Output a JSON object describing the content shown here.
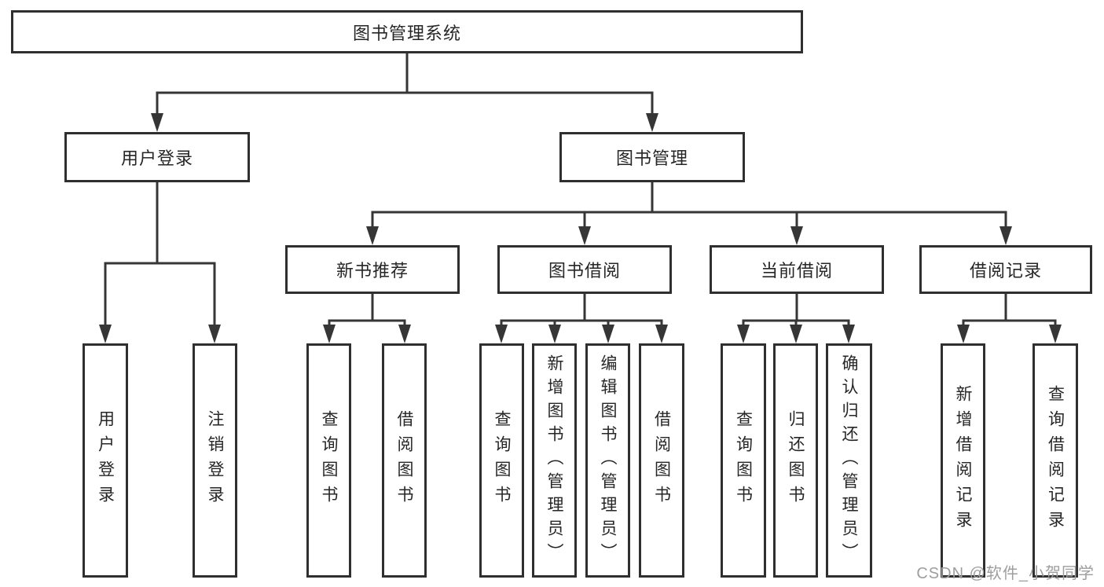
{
  "tree": {
    "label": "图书管理系统",
    "children": [
      {
        "label": "用户登录",
        "children": [
          {
            "label": "用户登录"
          },
          {
            "label": "注销登录"
          }
        ]
      },
      {
        "label": "图书管理",
        "children": [
          {
            "label": "新书推荐",
            "children": [
              {
                "label": "查询图书"
              },
              {
                "label": "借阅图书"
              }
            ]
          },
          {
            "label": "图书借阅",
            "children": [
              {
                "label": "查询图书"
              },
              {
                "label": "新增图书（管理员）"
              },
              {
                "label": "编辑图书（管理员）"
              },
              {
                "label": "借阅图书"
              }
            ]
          },
          {
            "label": "当前借阅",
            "children": [
              {
                "label": "查询图书"
              },
              {
                "label": "归还图书"
              },
              {
                "label": "确认归还（管理员）"
              }
            ]
          },
          {
            "label": "借阅记录",
            "children": [
              {
                "label": "新增借阅记录"
              },
              {
                "label": "查询借阅记录"
              }
            ]
          }
        ]
      }
    ]
  },
  "watermark": "CSDN @软件_小贺同学",
  "colors": {
    "line": "#363636",
    "box_border": "#2f2f2f",
    "text": "#262626",
    "watermark": "#9e9e9e",
    "background": "#ffffff"
  }
}
